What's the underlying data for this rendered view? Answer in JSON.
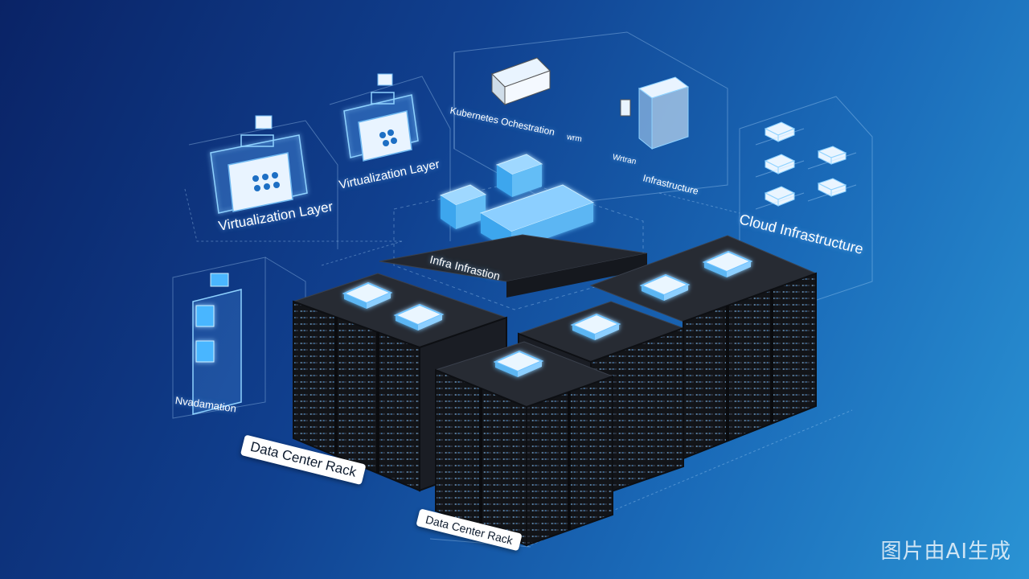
{
  "labels": {
    "virtualization_layer_left": "Virtualization Layer",
    "virtualization_layer_center": "Virtualization Layer",
    "kubernetes_orchestration": "Kubernetes Ochestration",
    "wrm": "wrm",
    "wrtran": "Wrtran",
    "infrastructure": "Infrastructure",
    "cloud_infrastructure": "Cloud Infrastructure",
    "center_infra": "Infra Infrastion",
    "nvadamation": "Nvadamation",
    "data_center_rack_1": "Data Center Rack",
    "data_center_rack_2": "Data Center Rack"
  },
  "watermark": "图片由AI生成",
  "colors": {
    "bg_dark": "#0a2366",
    "bg_light": "#2a93d4",
    "glow": "#5fc0ff",
    "rack_body": "#1a1d24",
    "rack_top": "#23272f",
    "led": "#7ec8ff"
  },
  "icons": [
    "server-rack-icon",
    "container-icon",
    "cloud-node-icon",
    "server-chip-icon"
  ]
}
